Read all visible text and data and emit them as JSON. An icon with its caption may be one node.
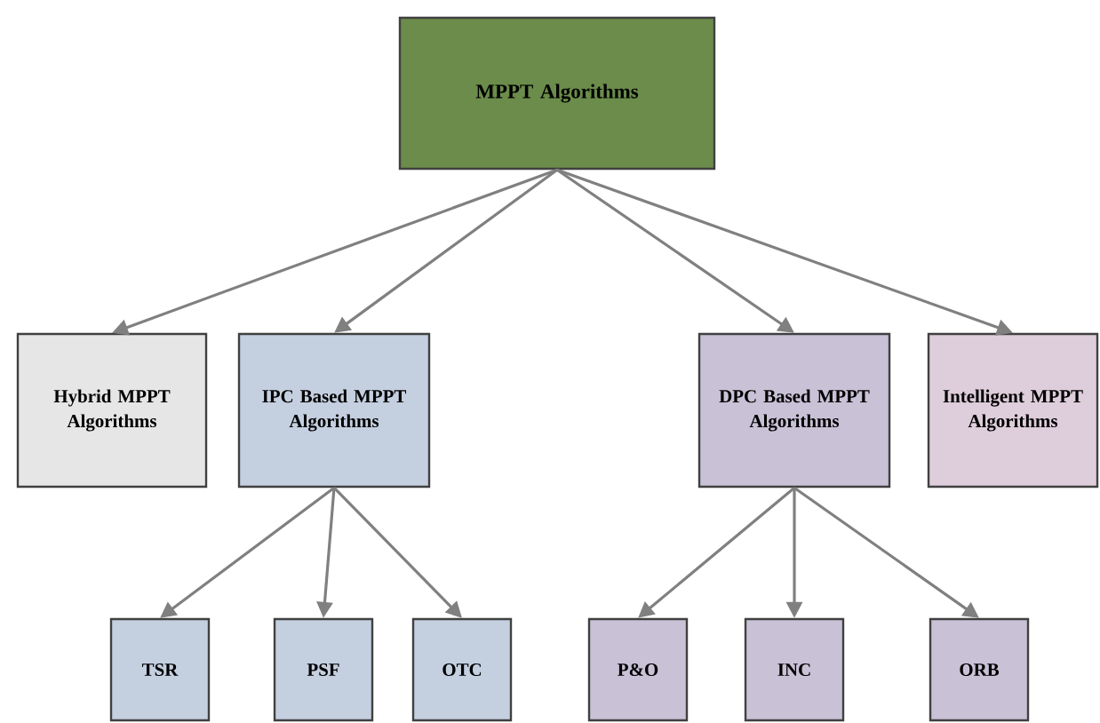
{
  "diagram": {
    "nodes": [
      {
        "text": [
          "MPPT Algorithms"
        ]
      },
      {
        "text": [
          "Hybrid MPPT Algorithms"
        ]
      },
      {
        "text": [
          "IPC Based MPPT Algorithms"
        ]
      },
      {
        "text": [
          "DPC Based MPPT Algorithms"
        ]
      },
      {
        "text": [
          "Intelligent MPPT Algorithms"
        ]
      },
      {
        "text": [
          "TSR"
        ]
      },
      {
        "text": [
          "PSF"
        ]
      },
      {
        "text": [
          "OTC"
        ]
      },
      {
        "text": [
          "P&O"
        ]
      },
      {
        "text": [
          "INC"
        ]
      },
      {
        "text": [
          "ORB"
        ]
      }
    ],
    "edges": [
      {
        "from": 0,
        "to": 1,
        "arrow": "to"
      },
      {
        "from": 0,
        "to": 2,
        "arrow": "to"
      },
      {
        "from": 0,
        "to": 3,
        "arrow": "to"
      },
      {
        "from": 0,
        "to": 4,
        "arrow": "to"
      },
      {
        "from": 2,
        "to": 5,
        "arrow": "to"
      },
      {
        "from": 2,
        "to": 6,
        "arrow": "to"
      },
      {
        "from": 2,
        "to": 7,
        "arrow": "to"
      },
      {
        "from": 3,
        "to": 8,
        "arrow": "to"
      },
      {
        "from": 3,
        "to": 9,
        "arrow": "to"
      },
      {
        "from": 3,
        "to": 10,
        "arrow": "to"
      }
    ]
  }
}
